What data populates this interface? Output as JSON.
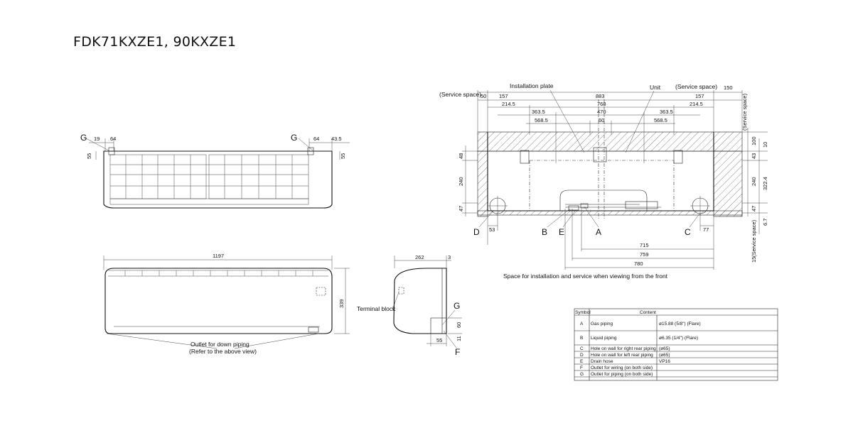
{
  "title": "FDK71KXZE1, 90KXZE1",
  "top_view": {
    "labels": {
      "g_left": "G",
      "g_right": "G"
    },
    "dims": {
      "l19": "19",
      "l64": "64",
      "l55": "55",
      "r64": "64",
      "r435": "43.5",
      "r55": "55"
    }
  },
  "front_view": {
    "width": "1197",
    "height": "339",
    "outlet_note_1": "Outlet for down piping",
    "outlet_note_2": "(Refer to the above view)"
  },
  "side_view": {
    "depth": "262",
    "gap": "3",
    "terminal_block": "Terminal block",
    "g": "G",
    "f": "F",
    "d60": "60",
    "d11": "11",
    "d55": "55"
  },
  "install_view": {
    "installation_plate": "Installation plate",
    "unit": "Unit",
    "service_space": "(Service space)",
    "top_dims": [
      "50",
      "157",
      "883",
      "157",
      "150",
      "214.5",
      "768",
      "214.5",
      "363.5",
      "470",
      "363.5",
      "568.5",
      "60",
      "568.5"
    ],
    "right_dims": [
      "100",
      "10",
      "43",
      "240",
      "322.4",
      "47",
      "6.7",
      "15"
    ],
    "left_dims": [
      "48",
      "240",
      "47"
    ],
    "bottom_dims": [
      "53",
      "77",
      "715",
      "759",
      "780"
    ],
    "markers": [
      "D",
      "B",
      "E",
      "A",
      "C"
    ],
    "caption": "Space for installation and service when viewing from the front"
  },
  "legend_table": {
    "headers": [
      "Symbol",
      "Content"
    ],
    "rows": [
      {
        "symbol": "A",
        "content": "Gas piping",
        "spec": "ø15.88 (5/8\") (Flare)"
      },
      {
        "symbol": "B",
        "content": "Liquid piping",
        "spec": "ø6.35 (1/4\") (Flare)"
      },
      {
        "symbol": "C",
        "content": "Hole on wall for right rear piping",
        "spec": "(ø65)"
      },
      {
        "symbol": "D",
        "content": "Hole on wall for left rear piping",
        "spec": "(ø65)"
      },
      {
        "symbol": "E",
        "content": "Drain hose",
        "spec": "VP16"
      },
      {
        "symbol": "F",
        "content": "Outlet for wiring (on both side)",
        "spec": ""
      },
      {
        "symbol": "G",
        "content": "Outlet for piping (on both side)",
        "spec": ""
      }
    ]
  }
}
